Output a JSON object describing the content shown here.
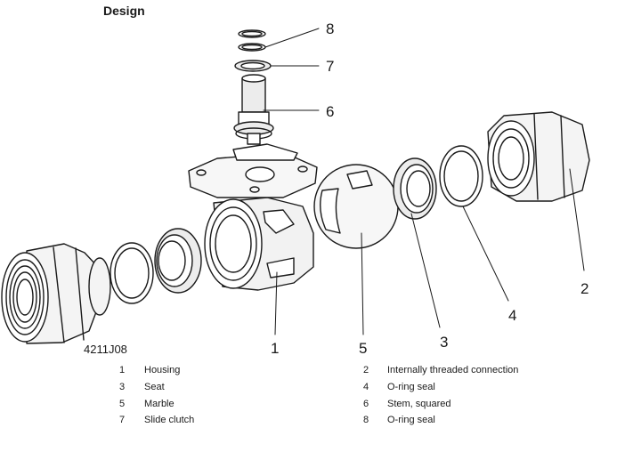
{
  "heading": "Design",
  "figure_code": "4211J08",
  "callouts": [
    "1",
    "2",
    "3",
    "4",
    "5",
    "6",
    "7",
    "8"
  ],
  "legend": [
    {
      "num": "1",
      "label": "Housing"
    },
    {
      "num": "2",
      "label": "Internally threaded connection"
    },
    {
      "num": "3",
      "label": "Seat"
    },
    {
      "num": "4",
      "label": "O-ring seal"
    },
    {
      "num": "5",
      "label": "Marble"
    },
    {
      "num": "6",
      "label": "Stem, squared"
    },
    {
      "num": "7",
      "label": "Slide clutch"
    },
    {
      "num": "8",
      "label": "O-ring seal"
    }
  ]
}
